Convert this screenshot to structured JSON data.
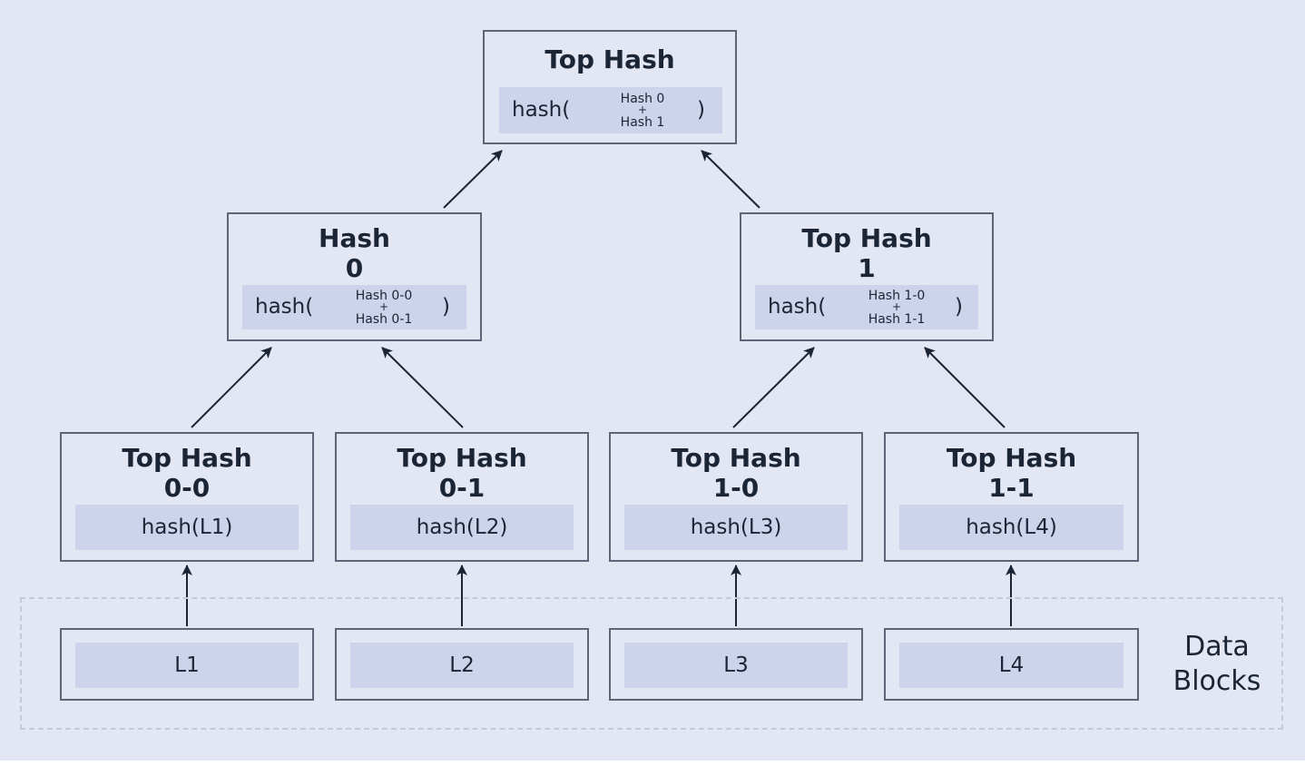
{
  "top_hash": {
    "title": "Top Hash",
    "function_label": "hash(",
    "operand_1": "Hash 0",
    "operator": "+",
    "operand_2": "Hash 1",
    "close": ")"
  },
  "hash_0": {
    "title_line_1": "Hash",
    "title_line_2": "0",
    "function_label": "hash(",
    "operand_1": "Hash 0-0",
    "operator": "+",
    "operand_2": "Hash 0-1",
    "close": ")"
  },
  "hash_1": {
    "title_line_1": "Top Hash",
    "title_line_2": "1",
    "function_label": "hash(",
    "operand_1": "Hash 1-0",
    "operator": "+",
    "operand_2": "Hash 1-1",
    "close": ")"
  },
  "leaves": [
    {
      "title_line_1": "Top Hash",
      "title_line_2": "0-0",
      "hash_text": "hash(L1)"
    },
    {
      "title_line_1": "Top Hash",
      "title_line_2": "0-1",
      "hash_text": "hash(L2)"
    },
    {
      "title_line_1": "Top Hash",
      "title_line_2": "1-0",
      "hash_text": "hash(L3)"
    },
    {
      "title_line_1": "Top Hash",
      "title_line_2": "1-1",
      "hash_text": "hash(L4)"
    }
  ],
  "data_blocks": {
    "label_line_1": "Data",
    "label_line_2": "Blocks",
    "blocks": [
      "L1",
      "L2",
      "L3",
      "L4"
    ]
  },
  "colors": {
    "background": "#e3e7f3",
    "inner_panel": "#cdd3ea",
    "border": "#5c6678",
    "text": "#1b2535",
    "dashed_border": "#c3c9dc"
  }
}
